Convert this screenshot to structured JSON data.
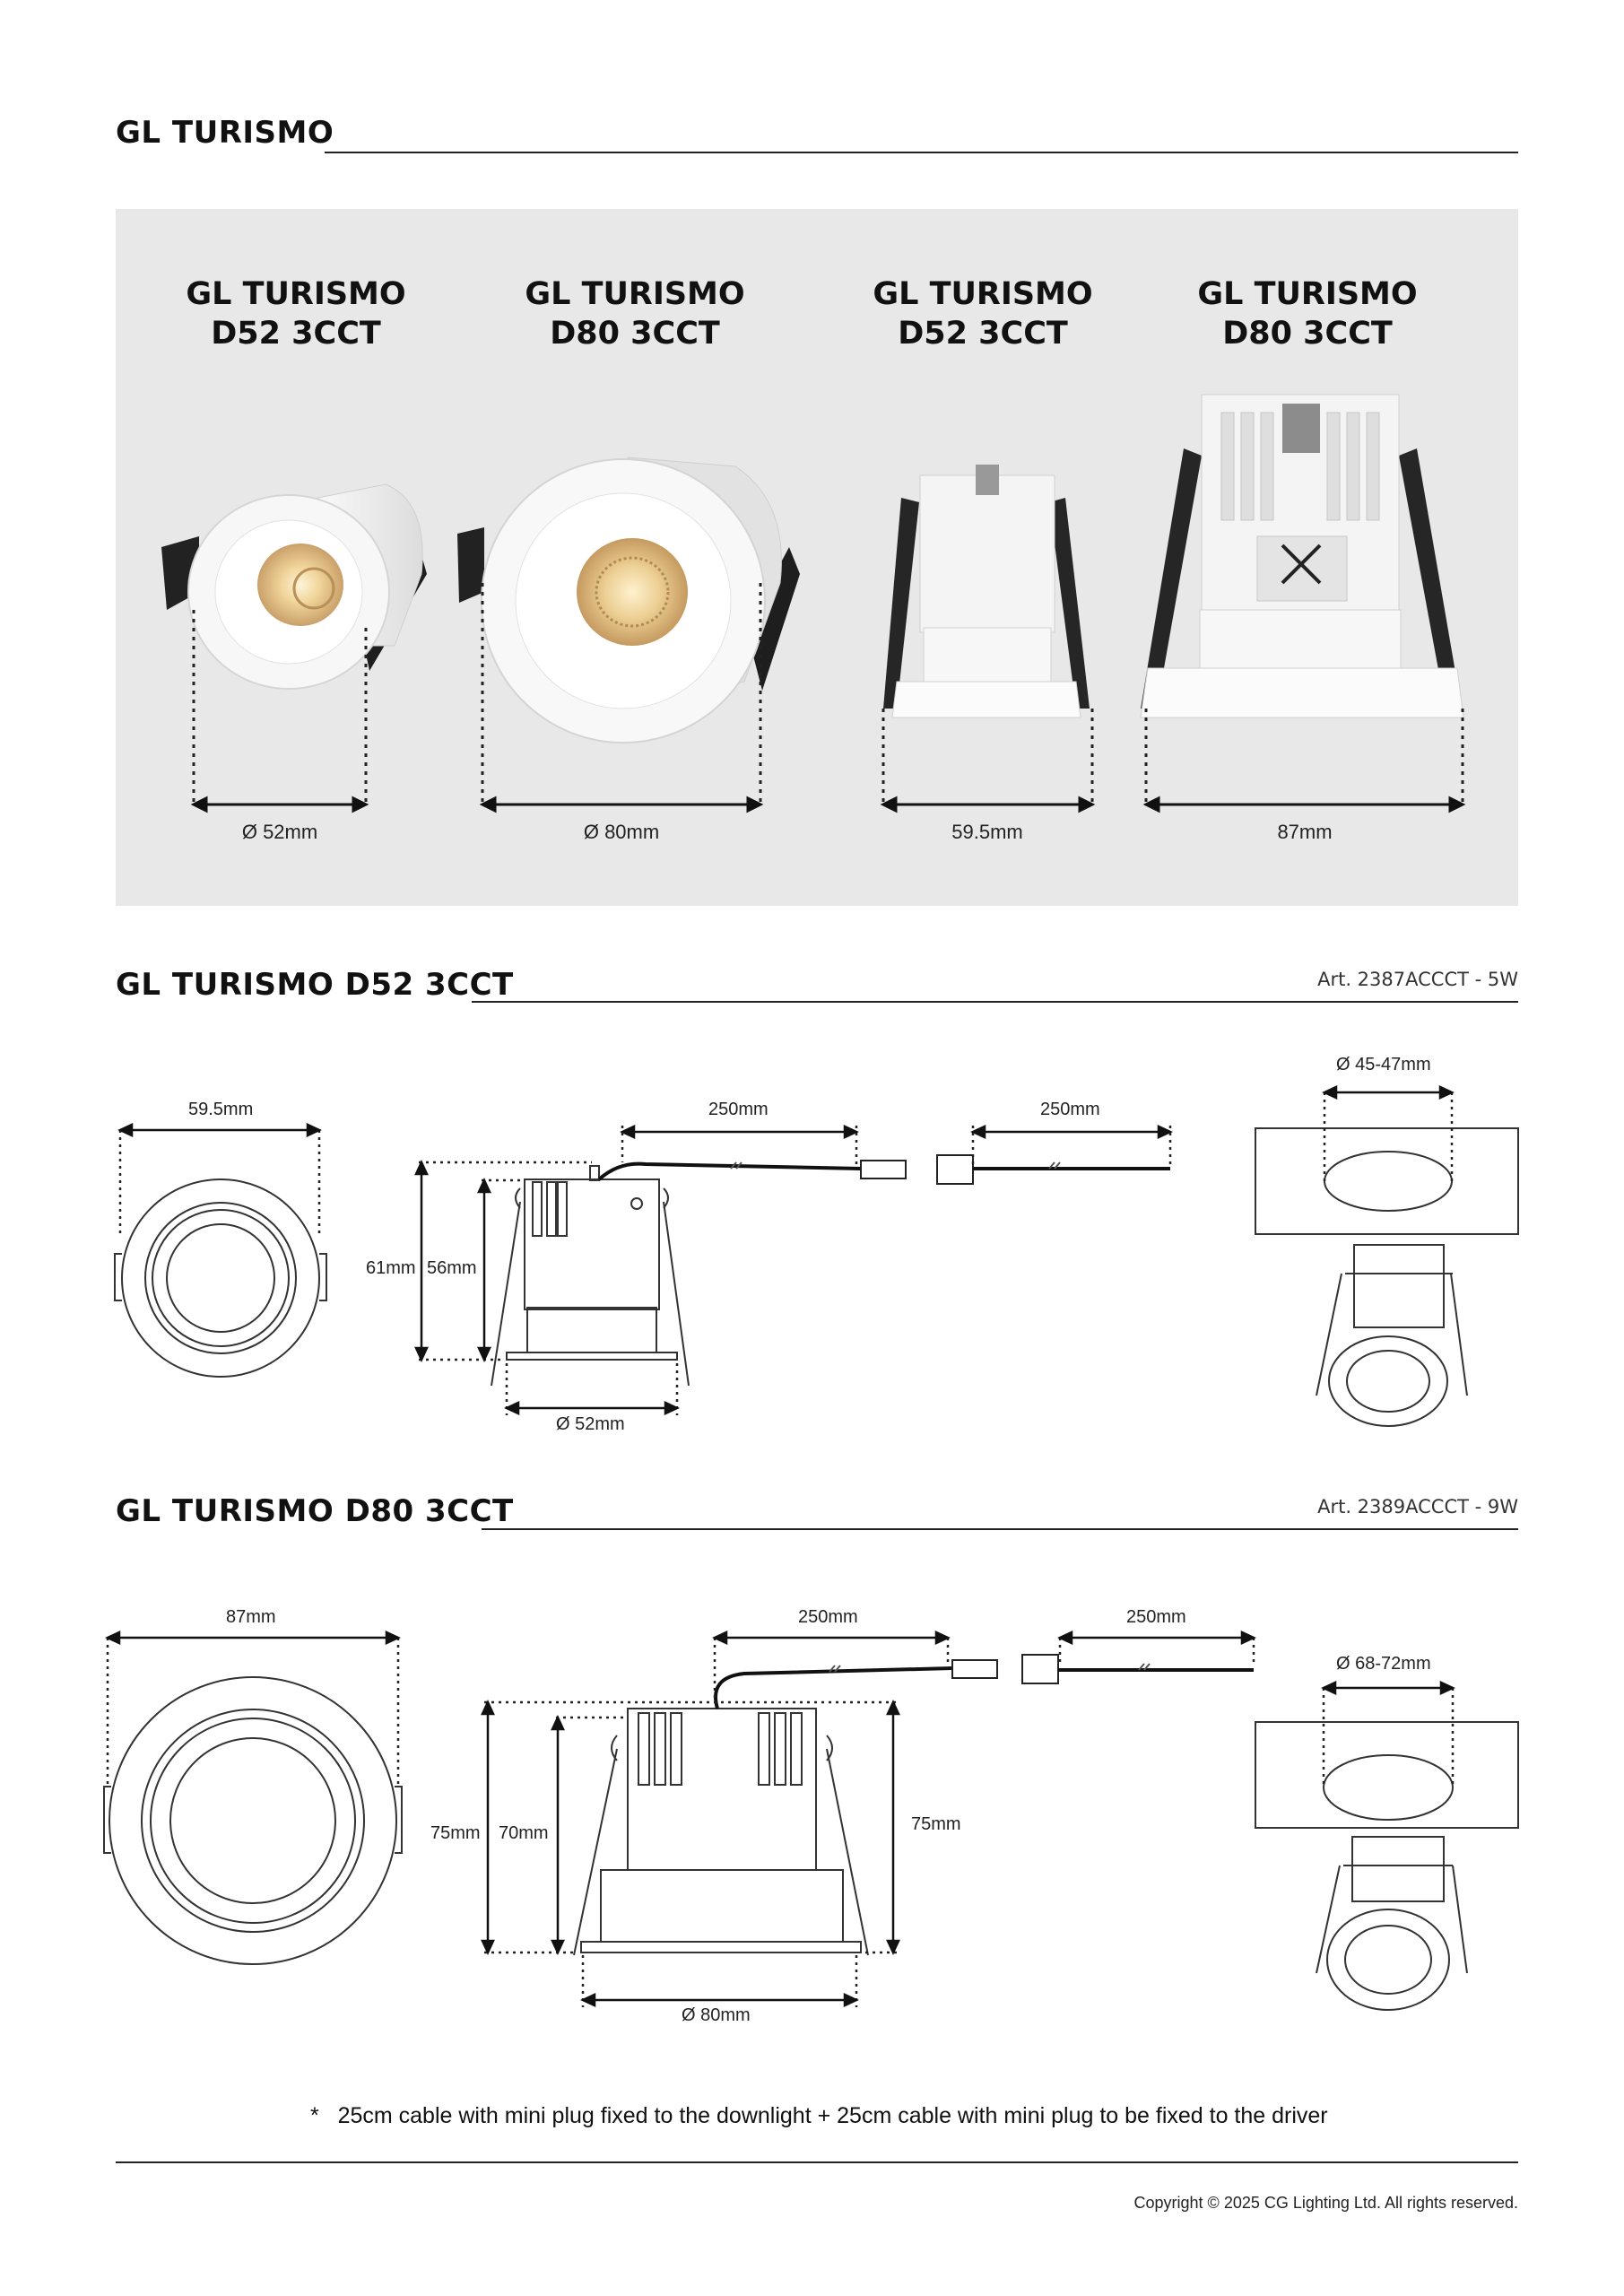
{
  "page_title": "GL TURISMO",
  "panel": {
    "products": [
      {
        "name": "GL TURISMO",
        "variant": "D52 3CCT",
        "dimension": "52mm"
      },
      {
        "name": "GL TURISMO",
        "variant": "D80 3CCT",
        "dimension": "80mm"
      },
      {
        "name": "GL TURISMO",
        "variant": "D52 3CCT",
        "dimension": "59.5mm"
      },
      {
        "name": "GL TURISMO",
        "variant": "D80 3CCT",
        "dimension": "87mm"
      }
    ],
    "diameter_symbol": "Ø"
  },
  "section_d52": {
    "title": "GL TURISMO D52 3CCT",
    "article": "Art. 2387ACCCT - 5W",
    "top_width": "59.5mm",
    "cable_lengths": [
      "250mm",
      "250mm"
    ],
    "height_outer": "61mm",
    "height_inner": "56mm",
    "diameter": "52mm",
    "cutout": "45-47mm"
  },
  "section_d80": {
    "title": "GL TURISMO D80 3CCT",
    "article": "Art. 2389ACCCT - 9W",
    "top_width": "87mm",
    "cable_lengths": [
      "250mm",
      "250mm"
    ],
    "height_outer": "75mm",
    "height_inner": "70mm",
    "height_right": "75mm",
    "diameter": "80mm",
    "cutout": "68-72mm"
  },
  "footnote": {
    "marker": "*",
    "text": "25cm cable with mini plug fixed to the downlight + 25cm cable with mini plug to be fixed to the driver"
  },
  "copyright": "Copyright © 2025 CG Lighting Ltd. All rights reserved."
}
